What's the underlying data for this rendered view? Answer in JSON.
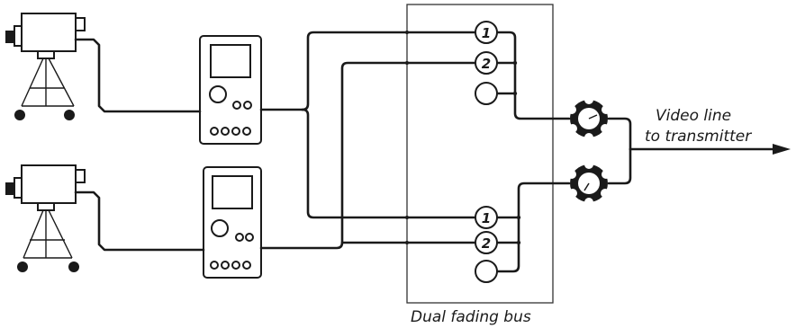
{
  "labels": {
    "video_line_1": "Video line",
    "video_line_2": "to transmitter",
    "bus": "Dual fading bus"
  },
  "bus_rows": {
    "top": [
      "1",
      "2",
      ""
    ],
    "bottom": [
      "1",
      "2",
      ""
    ]
  },
  "colors": {
    "ink": "#1a1a1a",
    "background": "#ffffff"
  }
}
